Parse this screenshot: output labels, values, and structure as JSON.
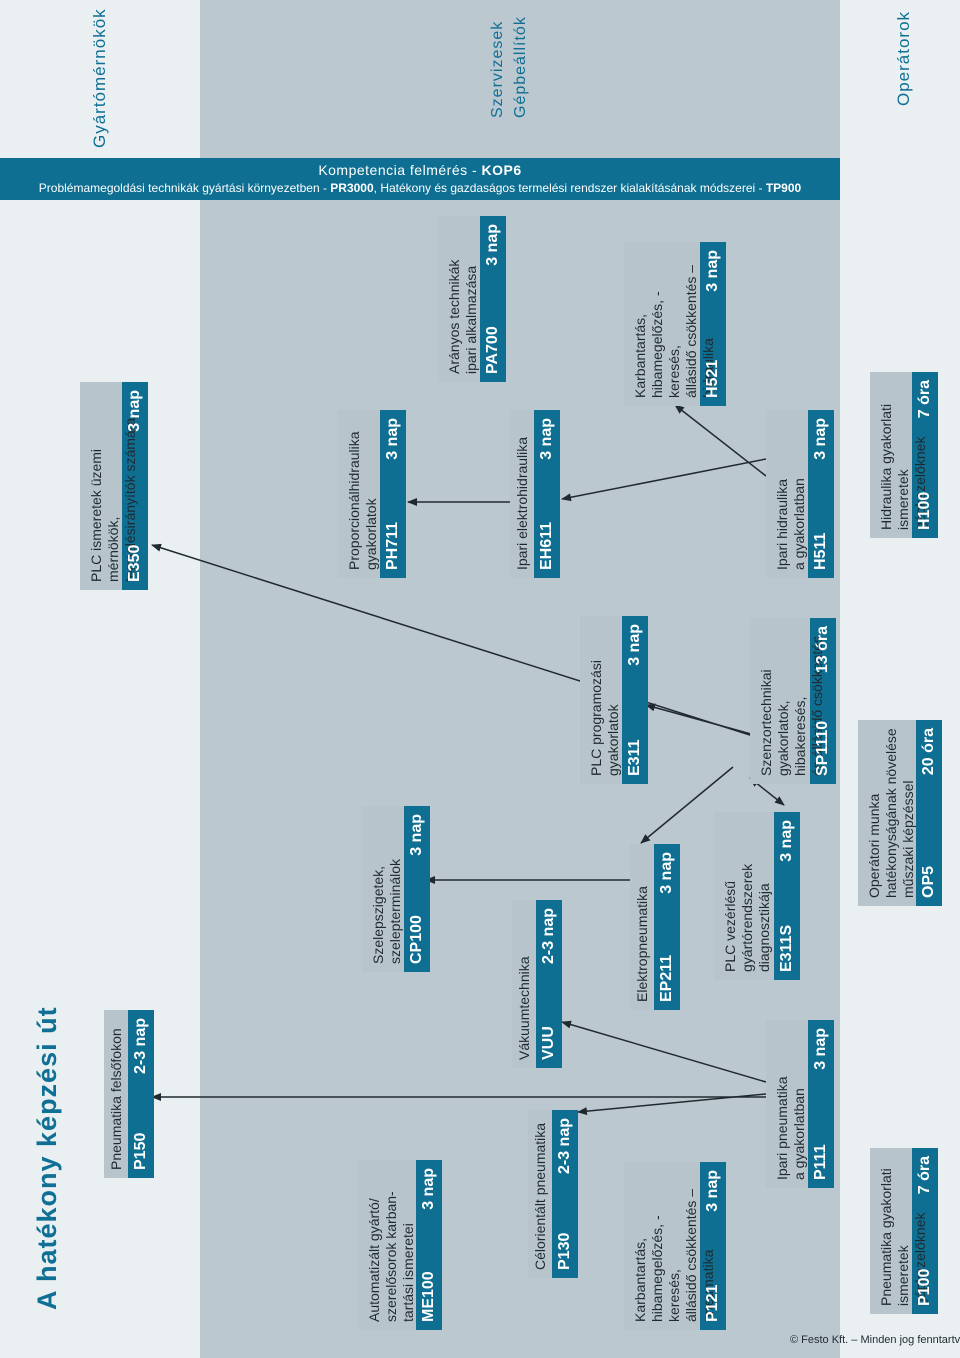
{
  "title": "A hatékony képzési út",
  "zones": {
    "left": "Gyártómérnökök",
    "middle_line1": "Szervizesek",
    "middle_line2": "Gépbeállítók",
    "right": "Operátorok"
  },
  "banner": {
    "line1_prefix": "Kompetencia felmérés - ",
    "line1_code": "KOP6",
    "line2_a": "Problémamegoldási technikák gyártási környezetben - ",
    "line2_code1": "PR3000",
    "line2_b": ", Hatékony és gazdaságos termelési rendszer kialakításának módszerei - ",
    "line2_code2": "TP900"
  },
  "courses": [
    {
      "id": "ME100",
      "desc": "Automatizált gyártó/\nszerelősorok karban-\ntartási ismeretei",
      "code": "ME100",
      "duration": "3 nap"
    },
    {
      "id": "P150",
      "desc": "Pneumatika felsőfokon",
      "code": "P150",
      "duration": "2-3 nap"
    },
    {
      "id": "E350",
      "desc": "PLC ismeretek üzemi mérnökök,\ntermelésirányítók számára",
      "code": "E350",
      "duration": "3 nap"
    },
    {
      "id": "CP100",
      "desc": "Szelepszigetek,\nszelepterminálok",
      "code": "CP100",
      "duration": "3 nap"
    },
    {
      "id": "PH711",
      "desc": "Proporcionálhidraulika\ngyakorlatok",
      "code": "PH711",
      "duration": "3 nap"
    },
    {
      "id": "PA700",
      "desc": "Arányos technikák\nipari alkalmazása",
      "code": "PA700",
      "duration": "3 nap"
    },
    {
      "id": "P130",
      "desc": "Célorientált pneumatika",
      "code": "P130",
      "duration": "2-3 nap"
    },
    {
      "id": "VUU",
      "desc": "Vákuumtechnika",
      "code": "VUU",
      "duration": "2-3 nap"
    },
    {
      "id": "E311",
      "desc": "PLC programozási\ngyakorlatok",
      "code": "E311",
      "duration": "3 nap"
    },
    {
      "id": "EH611",
      "desc": "Ipari elektrohidraulika",
      "code": "EH611",
      "duration": "3 nap"
    },
    {
      "id": "P121",
      "desc": "Karbantartás,\nhibamegelőzés, -keresés,\nállásidő csökkentés –\npneumatika",
      "code": "P121",
      "duration": "3 nap"
    },
    {
      "id": "EP211",
      "desc": "Elektropneumatika",
      "code": "EP211",
      "duration": "3 nap"
    },
    {
      "id": "H521",
      "desc": "Karbantartás,\nhibamegelőzés, -keresés,\nállásidő csökkentés –\nhidraulika",
      "code": "H521",
      "duration": "3 nap"
    },
    {
      "id": "E311S",
      "desc": "PLC vezérlésű\ngyártórendszerek\ndiagnosztikája",
      "code": "E311S",
      "duration": "3 nap"
    },
    {
      "id": "P111",
      "desc": "Ipari pneumatika\na gyakorlatban",
      "code": "P111",
      "duration": "3 nap"
    },
    {
      "id": "SP1110",
      "desc": "Szenzortechnikai\ngyakorlatok, hibakeresés,\nés állásidő csökkentés",
      "code": "SP1110",
      "duration": "13 óra"
    },
    {
      "id": "H511",
      "desc": "Ipari hidraulika\na gyakorlatban",
      "code": "H511",
      "duration": "3 nap"
    },
    {
      "id": "P100",
      "desc": "Pneumatika gyakorlati\nismeretek gépkezelőknek",
      "code": "P100",
      "duration": "7 óra"
    },
    {
      "id": "OP5",
      "desc": "Operátori munka\nhatékonyságának növelése\nműszaki képzéssel",
      "code": "OP5",
      "duration": "20 óra"
    },
    {
      "id": "H100",
      "desc": "Hidraulika gyakorlati\nismeretek gépkezelőknek",
      "code": "H100",
      "duration": "7 óra"
    }
  ],
  "copyright": "© Festo Kft. – Minden jog fenntartva.",
  "colors": {
    "accent": "#0e6f92",
    "box": "#b7c4cc",
    "zone_mid": "#bcc8d0",
    "zone_side": "#eaeff2"
  }
}
